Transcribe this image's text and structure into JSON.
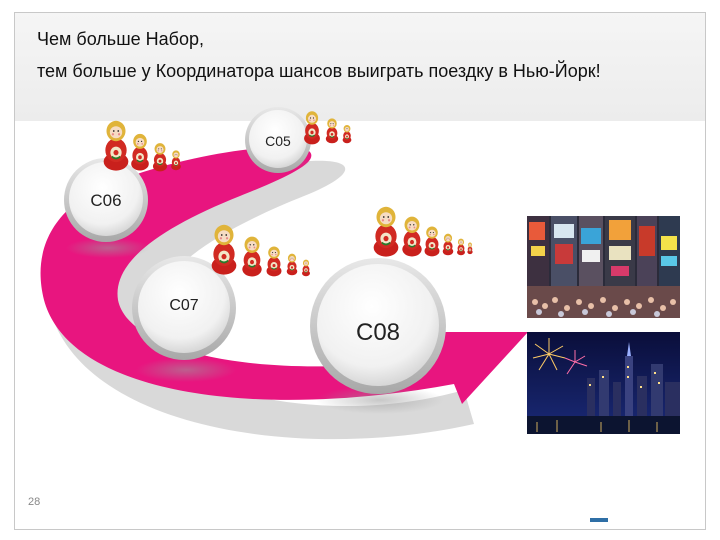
{
  "title": {
    "line1": "Чем больше Набор,",
    "line2": "тем больше  у Координатора  шансов выиграть поездку в Нью-Йорк!"
  },
  "nodes": [
    {
      "id": "c05",
      "label": "С05"
    },
    {
      "id": "c06",
      "label": "С06"
    },
    {
      "id": "c07",
      "label": "С07"
    },
    {
      "id": "c08",
      "label": "С08"
    }
  ],
  "page_number": "28",
  "colors": {
    "arrow": "#e8157f",
    "arrow_shadow": "#d4d4d4",
    "doll_red": "#c9201c",
    "doll_yellow": "#e8c23a"
  },
  "icons": {
    "doll": "matryoshka-icon",
    "photo_1": "times-square-photo",
    "photo_2": "new-york-fireworks-photo"
  }
}
